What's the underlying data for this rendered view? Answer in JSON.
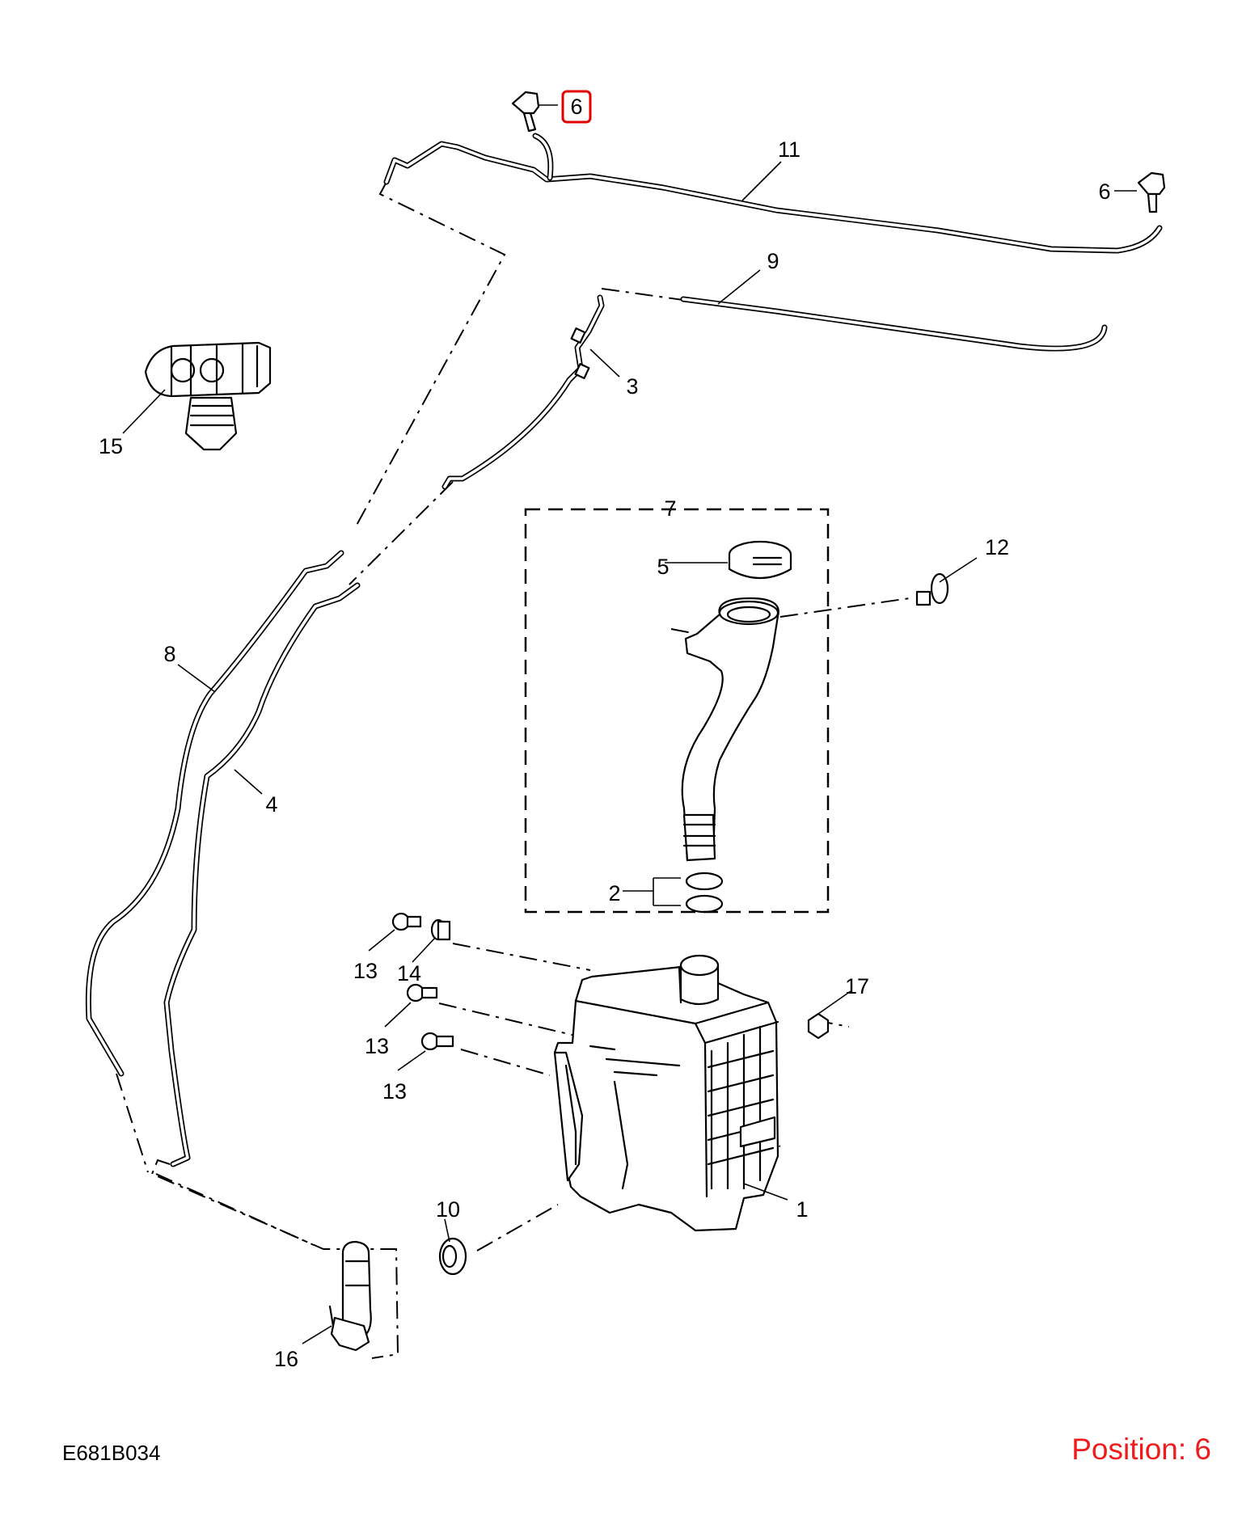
{
  "diagram": {
    "reference_code": "E681B034",
    "position_label": "Position: 6",
    "highlight_color": "#e00000",
    "callouts": [
      {
        "id": "c6a",
        "label": "6"
      },
      {
        "id": "c6b",
        "label": "6"
      },
      {
        "id": "c11",
        "label": "11"
      },
      {
        "id": "c9",
        "label": "9"
      },
      {
        "id": "c3",
        "label": "3"
      },
      {
        "id": "c15",
        "label": "15"
      },
      {
        "id": "c7",
        "label": "7"
      },
      {
        "id": "c5",
        "label": "5"
      },
      {
        "id": "c12",
        "label": "12"
      },
      {
        "id": "c8",
        "label": "8"
      },
      {
        "id": "c4",
        "label": "4"
      },
      {
        "id": "c2",
        "label": "2"
      },
      {
        "id": "c13a",
        "label": "13"
      },
      {
        "id": "c14",
        "label": "14"
      },
      {
        "id": "c13b",
        "label": "13"
      },
      {
        "id": "c13c",
        "label": "13"
      },
      {
        "id": "c17",
        "label": "17"
      },
      {
        "id": "c1",
        "label": "1"
      },
      {
        "id": "c10",
        "label": "10"
      },
      {
        "id": "c16",
        "label": "16"
      }
    ]
  }
}
